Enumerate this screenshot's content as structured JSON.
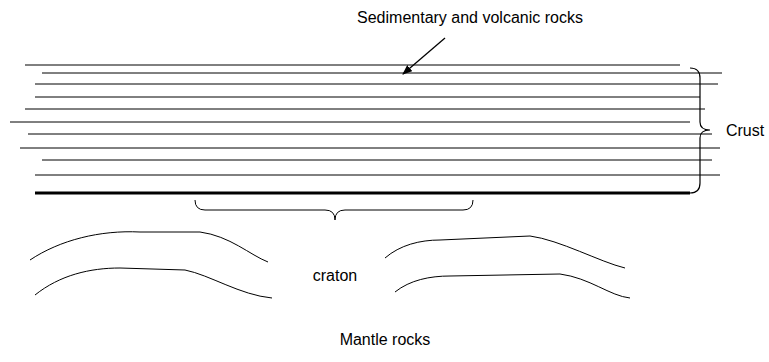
{
  "diagram": {
    "labels": [
      "Sedimentary and volcanic rocks",
      "Crust",
      "craton",
      "Mantle rocks"
    ]
  }
}
